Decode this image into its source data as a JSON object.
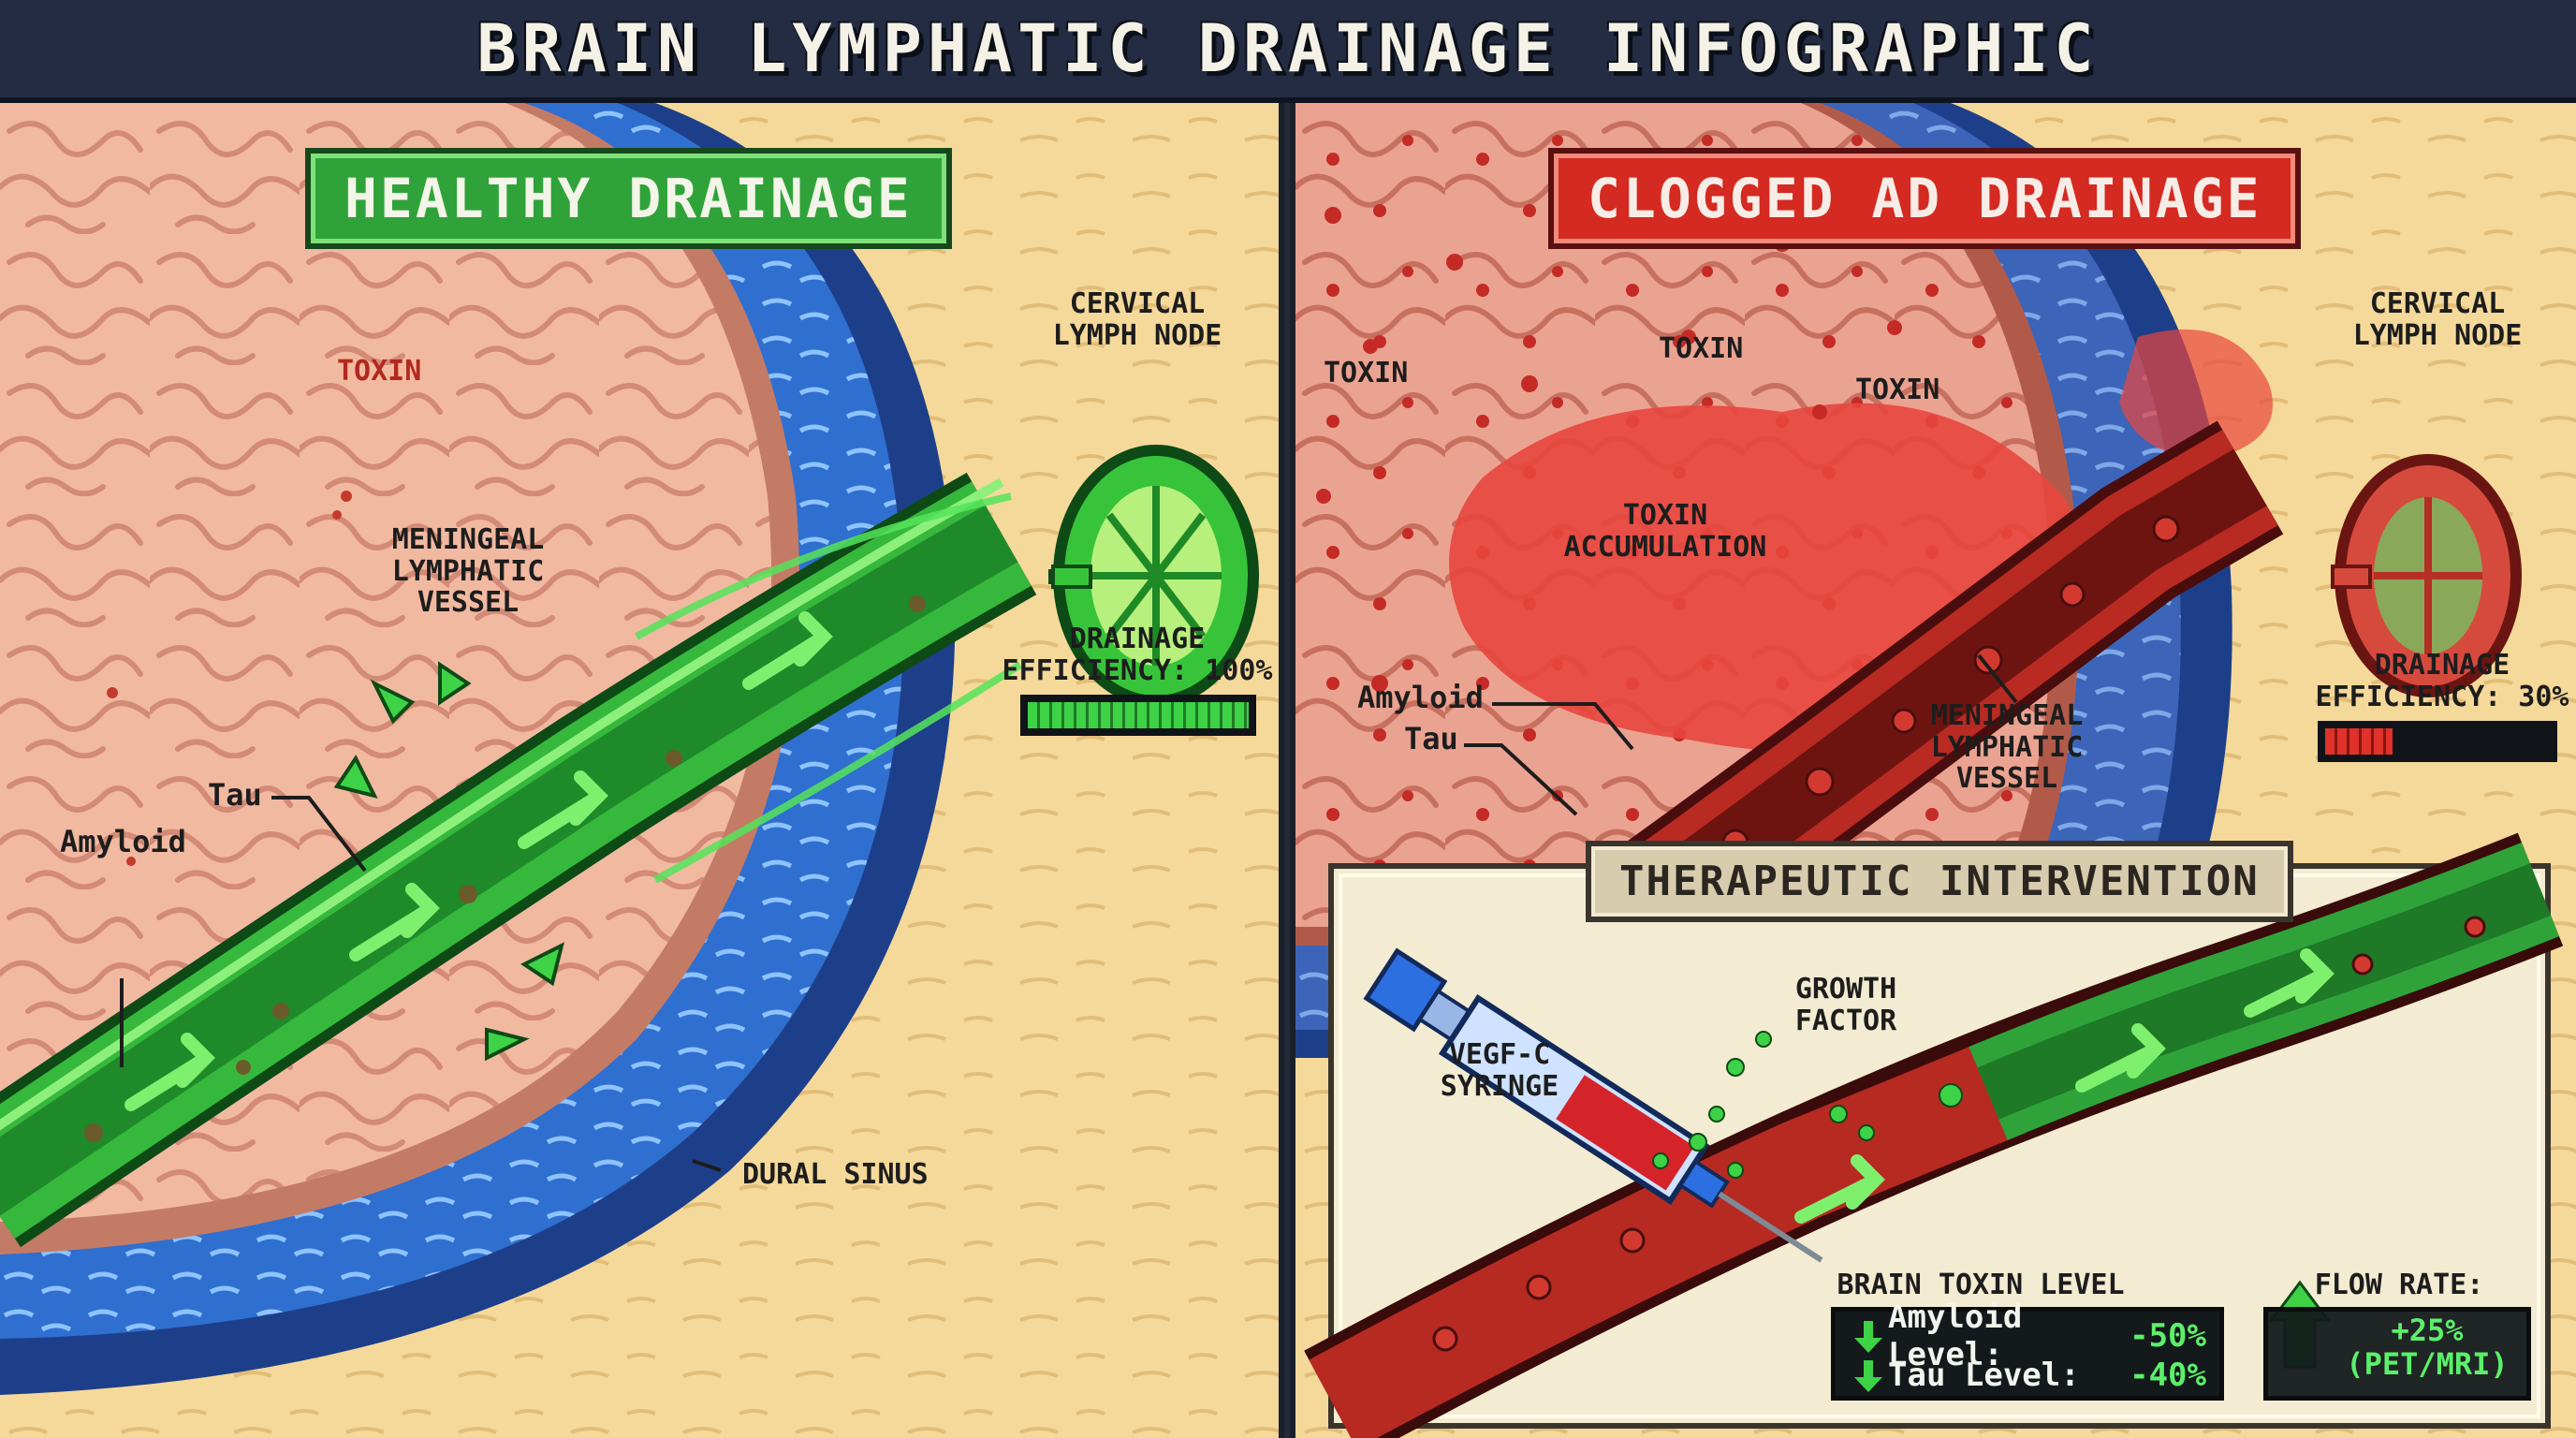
{
  "title": "BRAIN LYMPHATIC DRAINAGE INFOGRAPHIC",
  "colors": {
    "healthy_green": "#2fa33a",
    "clogged_red": "#d42a22",
    "sinus_blue": "#2f6fd0",
    "brain_pink": "#f2b9a1",
    "background_sand": "#f5d99a"
  },
  "left_panel": {
    "banner": "HEALTHY DRAINAGE",
    "labels": {
      "toxin": "TOXIN",
      "cervical_lymph_node": [
        "CERVICAL",
        "LYMPH NODE"
      ],
      "meningeal_vessel": [
        "MENINGEAL",
        "LYMPHATIC",
        "VESSEL"
      ],
      "tau": "Tau",
      "amyloid": "Amyloid",
      "dural_sinus": "DURAL SINUS",
      "drainage_efficiency": [
        "DRAINAGE",
        "EFFICIENCY: 100%"
      ]
    },
    "drainage_efficiency_value": 1.0
  },
  "right_panel": {
    "banner": "CLOGGED AD DRAINAGE",
    "labels": {
      "toxin_1": "TOXIN",
      "toxin_2": "TOXIN",
      "toxin_3": "TOXIN",
      "toxin_accumulation": [
        "TOXIN",
        "ACCUMULATION"
      ],
      "cervical_lymph_node": [
        "CERVICAL",
        "LYMPH NODE"
      ],
      "amyloid": "Amyloid",
      "tau": "Tau",
      "meningeal_vessel": [
        "MENINGEAL",
        "LYMPHATIC",
        "VESSEL"
      ],
      "drainage_efficiency": [
        "DRAINAGE",
        "EFFICIENCY: 30%"
      ]
    },
    "drainage_efficiency_value": 0.3
  },
  "therapy": {
    "banner": "THERAPEUTIC INTERVENTION",
    "syringe_label": [
      "VEGF-C",
      "SYRINGE"
    ],
    "growth_factor_label": [
      "GROWTH",
      "FACTOR"
    ],
    "brain_toxin_title": "BRAIN TOXIN LEVEL",
    "amyloid_name": "Amyloid Level:",
    "amyloid_value": "-50%",
    "tau_name": "Tau Level:",
    "tau_value": "-40%",
    "flow_title": "FLOW RATE:",
    "flow_value": "+25%",
    "flow_note": "(PET/MRI)"
  }
}
